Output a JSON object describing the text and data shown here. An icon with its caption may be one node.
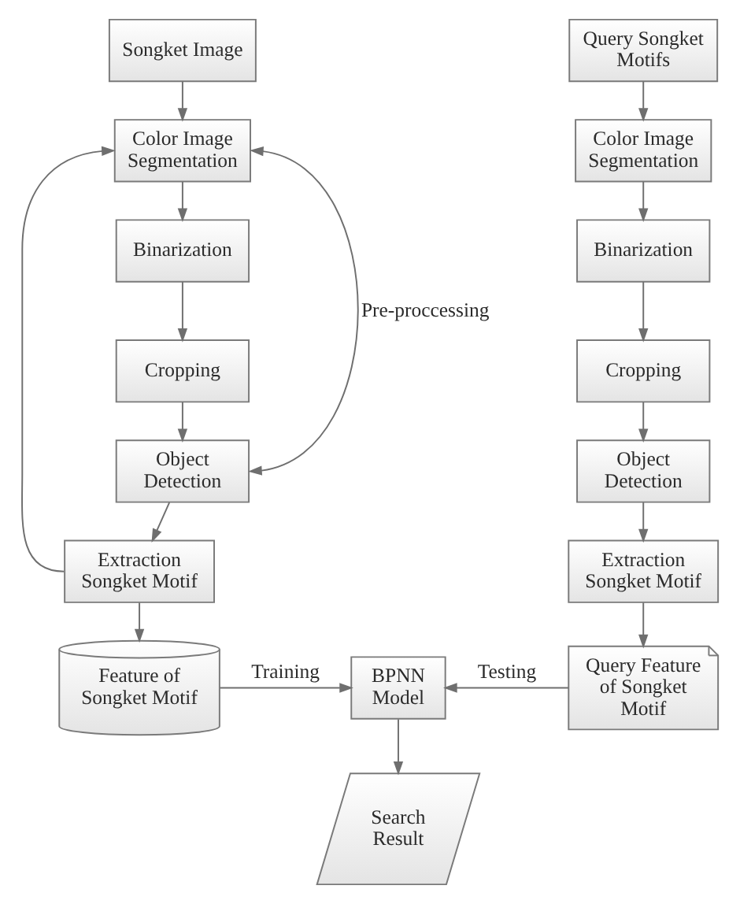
{
  "diagram": {
    "nodes": [
      {
        "text": [
          "Songket Image"
        ]
      },
      {
        "text": [
          "Color Image Segmentation"
        ]
      },
      {
        "text": [
          "Binarization"
        ]
      },
      {
        "text": [
          "Cropping"
        ]
      },
      {
        "text": [
          "Object Detection"
        ]
      },
      {
        "text": [
          "Extraction Songket Motif"
        ]
      },
      {
        "text": [
          "Feature of Songket Motif"
        ]
      },
      {
        "text": [
          "Query Songket Motifs"
        ]
      },
      {
        "text": [
          "Color Image Segmentation"
        ]
      },
      {
        "text": [
          "Binarization"
        ]
      },
      {
        "text": [
          "Cropping"
        ]
      },
      {
        "text": [
          "Object Detection"
        ]
      },
      {
        "text": [
          "Extraction Songket Motif"
        ]
      },
      {
        "text": [
          "Query Feature of Songket Motif"
        ]
      },
      {
        "text": [
          "BPNN Model"
        ]
      },
      {
        "text": [
          "Search Result"
        ]
      }
    ],
    "edges": [
      {
        "from": 0,
        "to": 1,
        "arrow": "to"
      },
      {
        "from": 1,
        "to": 2,
        "arrow": "to"
      },
      {
        "from": 2,
        "to": 3,
        "arrow": "to"
      },
      {
        "from": 3,
        "to": 4,
        "arrow": "to"
      },
      {
        "from": 4,
        "to": 5,
        "arrow": "to"
      },
      {
        "from": 5,
        "to": 6,
        "arrow": "to"
      },
      {
        "from": 5,
        "to": 1,
        "arrow": "to"
      },
      {
        "from": 4,
        "to": 1,
        "arrow": "both",
        "label": "Pre-proccessing"
      },
      {
        "from": 7,
        "to": 8,
        "arrow": "to"
      },
      {
        "from": 8,
        "to": 9,
        "arrow": "to"
      },
      {
        "from": 9,
        "to": 10,
        "arrow": "to"
      },
      {
        "from": 10,
        "to": 11,
        "arrow": "to"
      },
      {
        "from": 11,
        "to": 12,
        "arrow": "to"
      },
      {
        "from": 12,
        "to": 13,
        "arrow": "to"
      },
      {
        "from": 6,
        "to": 14,
        "arrow": "to",
        "label": "Training"
      },
      {
        "from": 13,
        "to": 14,
        "arrow": "to",
        "label": "Testing"
      },
      {
        "from": 14,
        "to": 15,
        "arrow": "to"
      }
    ]
  }
}
